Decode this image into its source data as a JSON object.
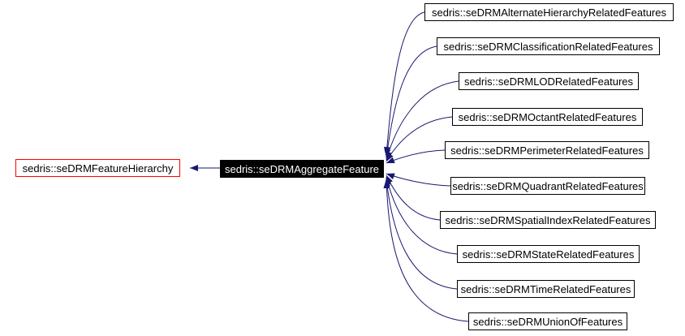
{
  "diagram": {
    "type": "class-inheritance-graph",
    "base_class": {
      "label": "sedris::seDRMFeatureHierarchy"
    },
    "focus_class": {
      "label": "sedris::seDRMAggregateFeature"
    },
    "derived_classes": [
      {
        "label": "sedris::seDRMAlternateHierarchyRelatedFeatures"
      },
      {
        "label": "sedris::seDRMClassificationRelatedFeatures"
      },
      {
        "label": "sedris::seDRMLODRelatedFeatures"
      },
      {
        "label": "sedris::seDRMOctantRelatedFeatures"
      },
      {
        "label": "sedris::seDRMPerimeterRelatedFeatures"
      },
      {
        "label": "sedris::seDRMQuadrantRelatedFeatures"
      },
      {
        "label": "sedris::seDRMSpatialIndexRelatedFeatures"
      },
      {
        "label": "sedris::seDRMStateRelatedFeatures"
      },
      {
        "label": "sedris::seDRMTimeRelatedFeatures"
      },
      {
        "label": "sedris::seDRMUnionOfFeatures"
      }
    ],
    "edges": [
      {
        "from": "focus_class",
        "to": "base_class",
        "kind": "inherits"
      },
      {
        "from": "derived_classes.0",
        "to": "focus_class",
        "kind": "inherits"
      },
      {
        "from": "derived_classes.1",
        "to": "focus_class",
        "kind": "inherits"
      },
      {
        "from": "derived_classes.2",
        "to": "focus_class",
        "kind": "inherits"
      },
      {
        "from": "derived_classes.3",
        "to": "focus_class",
        "kind": "inherits"
      },
      {
        "from": "derived_classes.4",
        "to": "focus_class",
        "kind": "inherits"
      },
      {
        "from": "derived_classes.5",
        "to": "focus_class",
        "kind": "inherits"
      },
      {
        "from": "derived_classes.6",
        "to": "focus_class",
        "kind": "inherits"
      },
      {
        "from": "derived_classes.7",
        "to": "focus_class",
        "kind": "inherits"
      },
      {
        "from": "derived_classes.8",
        "to": "focus_class",
        "kind": "inherits"
      },
      {
        "from": "derived_classes.9",
        "to": "focus_class",
        "kind": "inherits"
      }
    ],
    "colors": {
      "edge": "#191970",
      "base_border": "#ff0000",
      "focus_background": "#000000",
      "focus_text": "#ffffff",
      "node_border": "#000000",
      "node_background": "#ffffff",
      "canvas_background": "#ffffff"
    }
  }
}
